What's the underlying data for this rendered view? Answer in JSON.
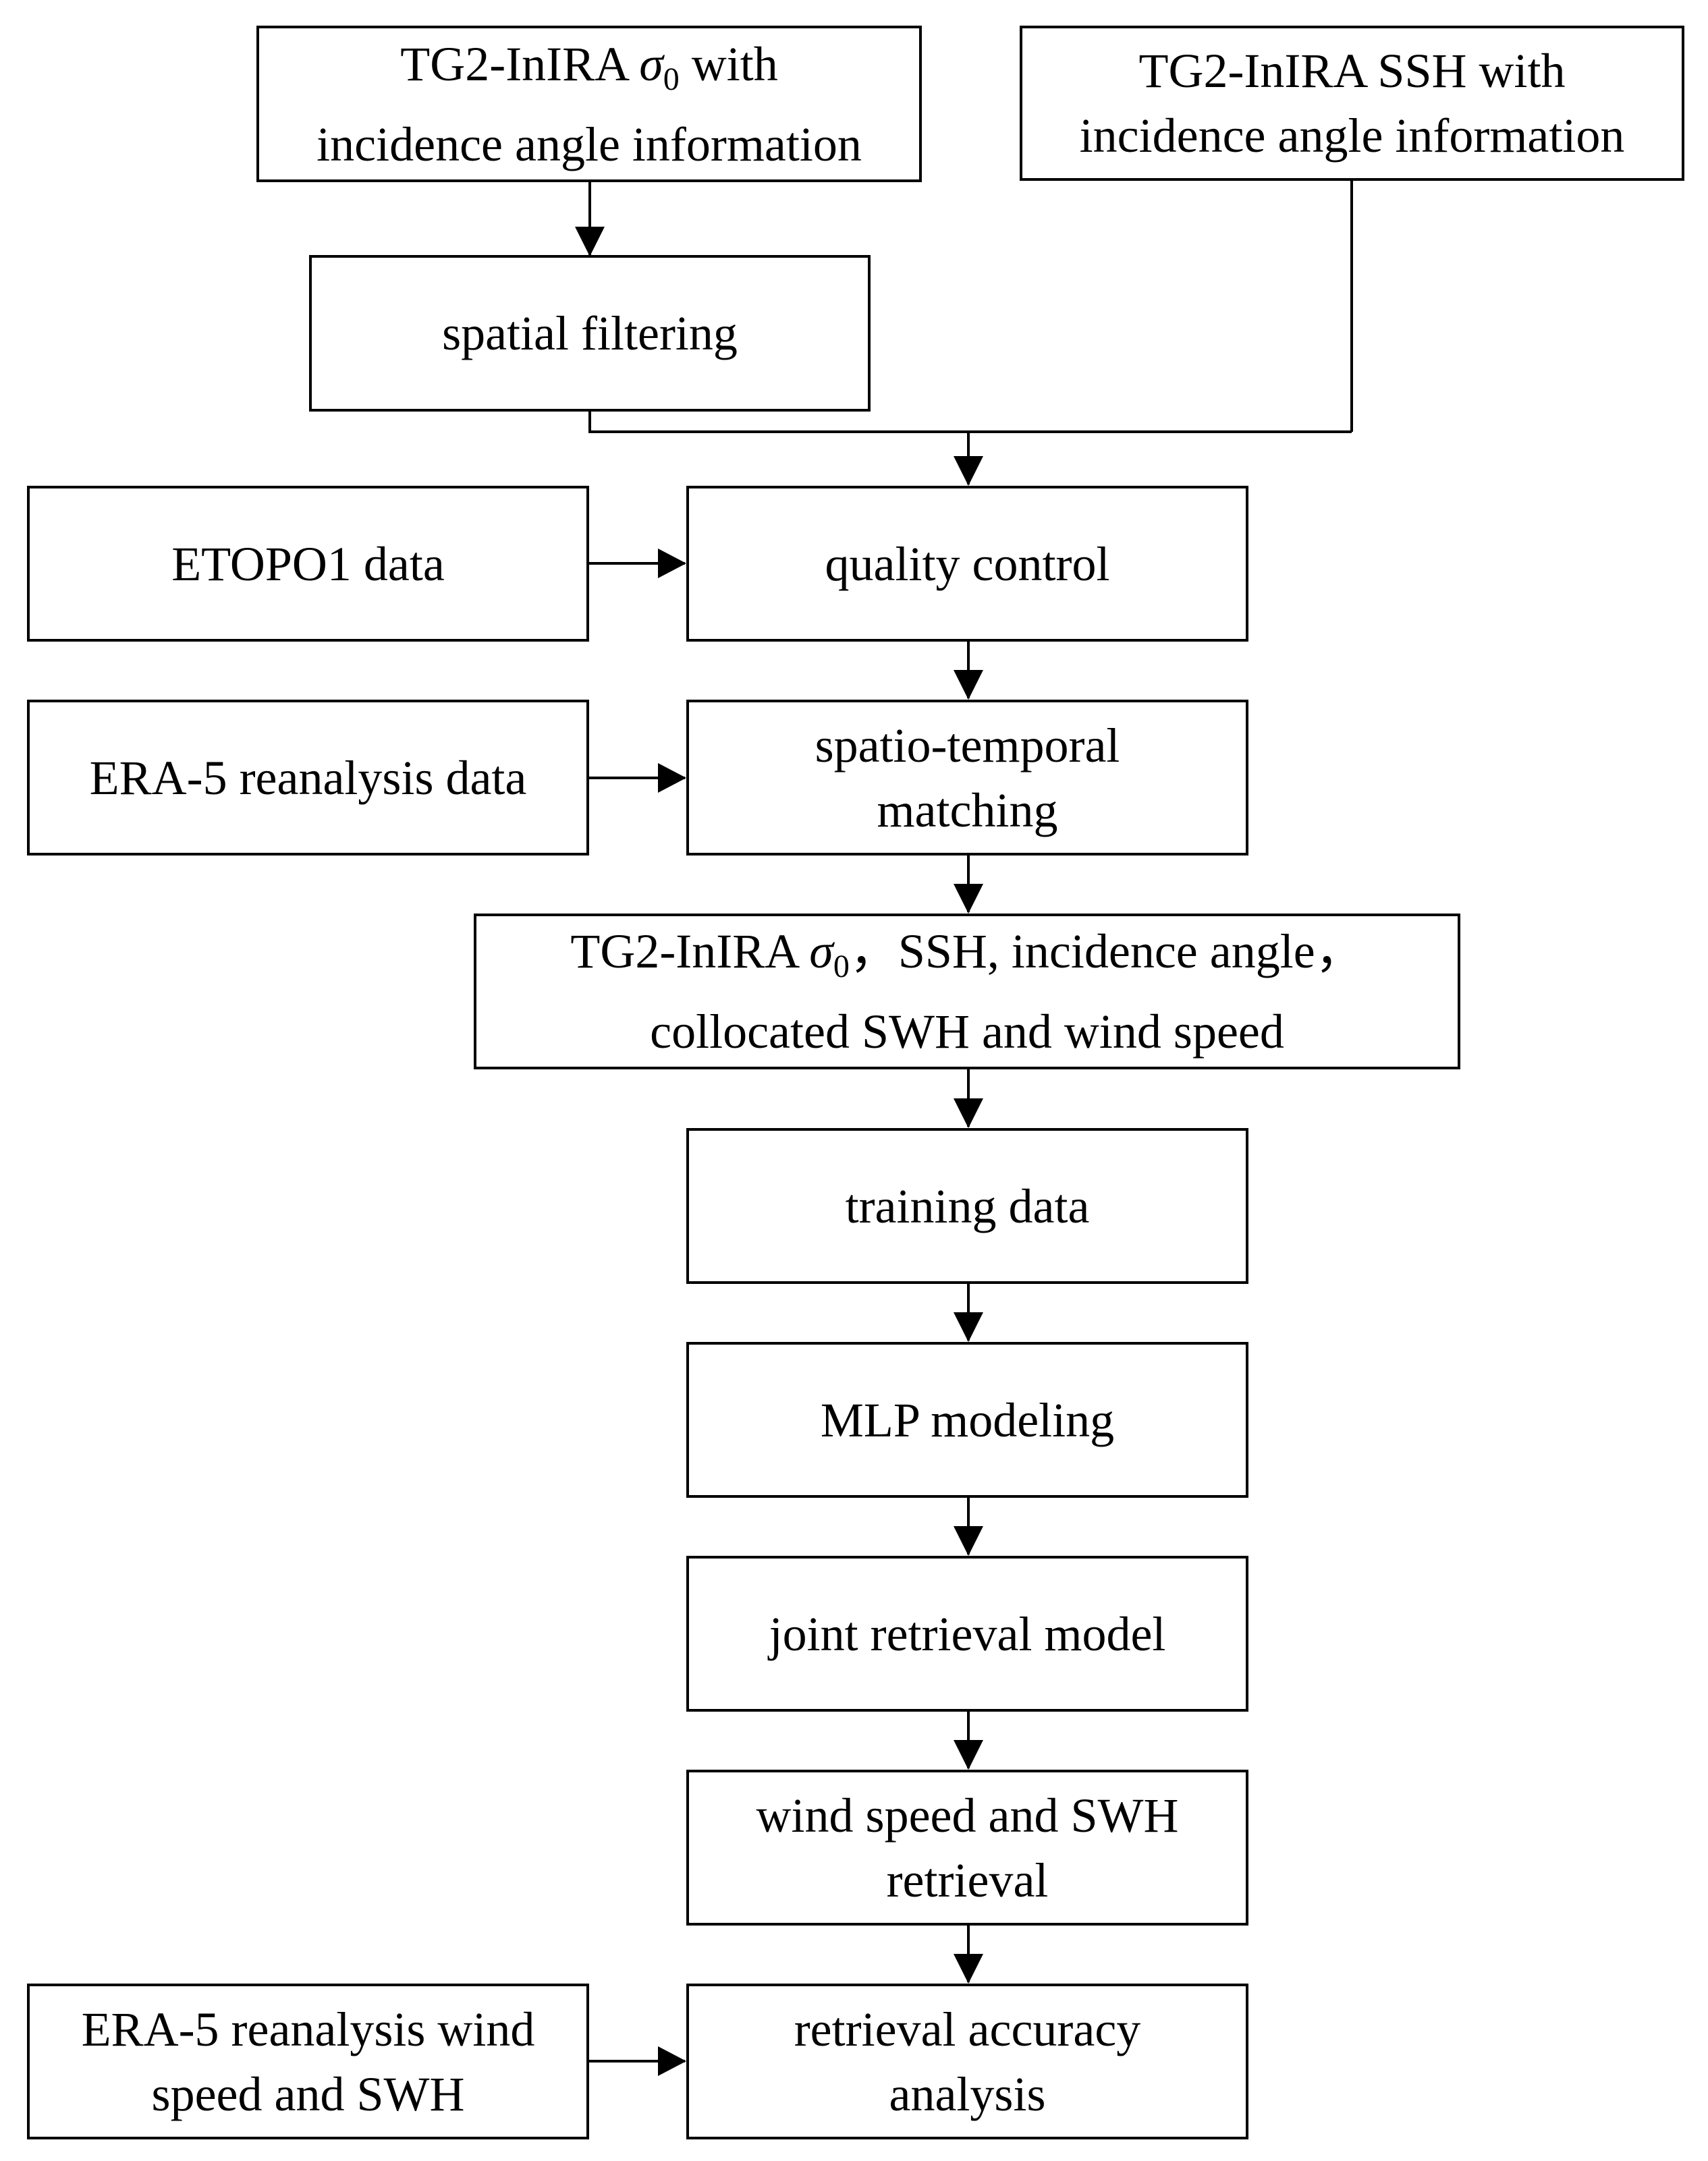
{
  "nodes": {
    "sigma0_input": {
      "line1_pre": "TG2-InIRA ",
      "symbol": "σ",
      "subscript": "0",
      "line1_post": " with",
      "line2": "incidence angle information"
    },
    "ssh_input": {
      "line1": "TG2-InIRA SSH with",
      "line2": "incidence angle information"
    },
    "spatial_filtering": {
      "label": "spatial filtering"
    },
    "etopo1": {
      "label": "ETOPO1 data"
    },
    "quality_control": {
      "label": "quality control"
    },
    "era5": {
      "label": "ERA-5 reanalysis data"
    },
    "matching": {
      "line1": "spatio-temporal",
      "line2": "matching"
    },
    "collocated": {
      "line1_pre": "TG2-InIRA ",
      "symbol": "σ",
      "subscript": "0",
      "line1_post": "，SSH, incidence angle，",
      "line2": "collocated SWH and wind speed"
    },
    "training_data": {
      "label": "training data"
    },
    "mlp_modeling": {
      "label": "MLP modeling"
    },
    "joint_model": {
      "label": "joint retrieval model"
    },
    "retrieval": {
      "line1": "wind speed and SWH",
      "line2": "retrieval"
    },
    "era5_wind": {
      "line1": "ERA-5 reanalysis wind",
      "line2": "speed and SWH"
    },
    "accuracy": {
      "line1": "retrieval accuracy",
      "line2": "analysis"
    }
  }
}
